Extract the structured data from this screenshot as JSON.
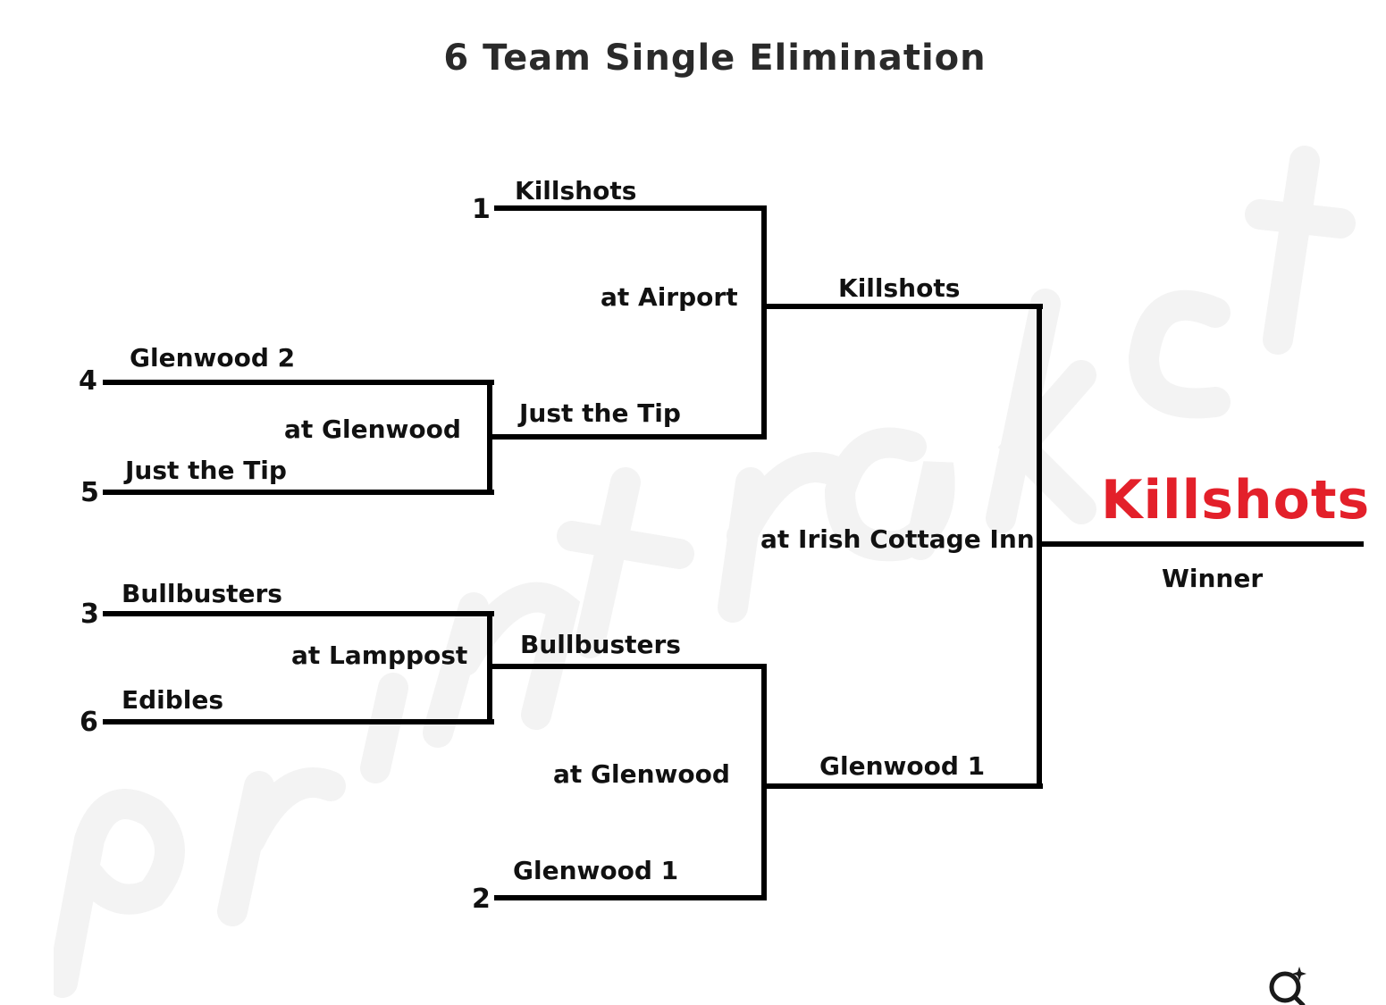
{
  "title": "6 Team Single Elimination",
  "seeds": {
    "s1": "1",
    "s2": "2",
    "s3": "3",
    "s4": "4",
    "s5": "5",
    "s6": "6"
  },
  "round1": {
    "top_match": {
      "team_a": "Glenwood 2",
      "team_b": "Just the Tip",
      "venue": "at Glenwood"
    },
    "bottom_match": {
      "team_a": "Bullbusters",
      "team_b": "Edibles",
      "venue": "at Lamppost"
    }
  },
  "round2": {
    "top_match": {
      "team_a": "Killshots",
      "team_b": "Just the Tip",
      "venue": "at Airport"
    },
    "bottom_match": {
      "team_a": "Bullbusters",
      "team_b": "Glenwood 1",
      "venue": "at Glenwood"
    }
  },
  "final": {
    "team_a": "Killshots",
    "team_b": "Glenwood 1",
    "venue": "at Irish Cottage Inn"
  },
  "champion": {
    "name": "Killshots",
    "label": "Winner"
  },
  "colors": {
    "lines": "#000000",
    "winner": "#e3202a",
    "watermark": "#f2f2f2"
  },
  "icons": {
    "corner": "search-sparkle-icon"
  }
}
